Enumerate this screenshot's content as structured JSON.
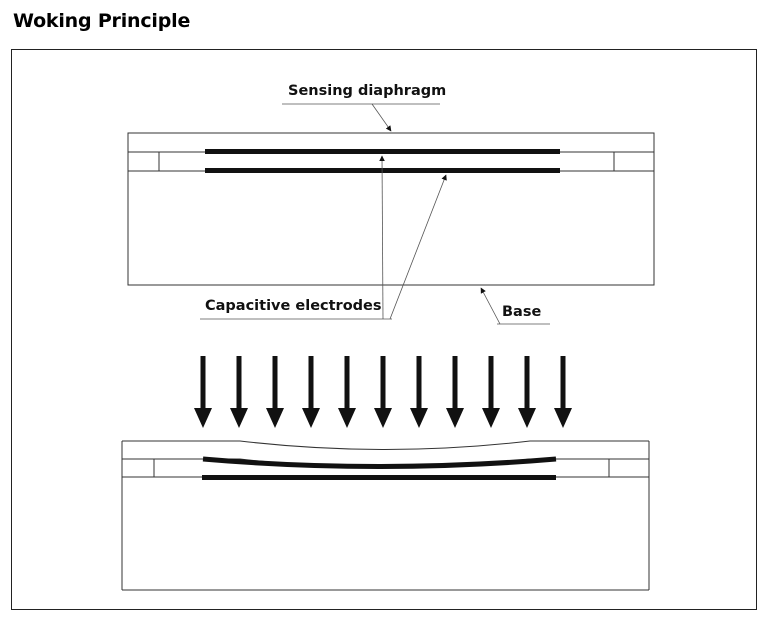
{
  "page": {
    "title": "Woking Principle"
  },
  "diagram": {
    "labels": {
      "sensing_diaphragm": "Sensing diaphragm",
      "capacitive_electrodes": "Capacitive electrodes",
      "base": "Base"
    },
    "pressure_arrow_count": 11,
    "colors": {
      "line": "#333333",
      "electrode": "#111111",
      "arrow": "#111111"
    }
  }
}
